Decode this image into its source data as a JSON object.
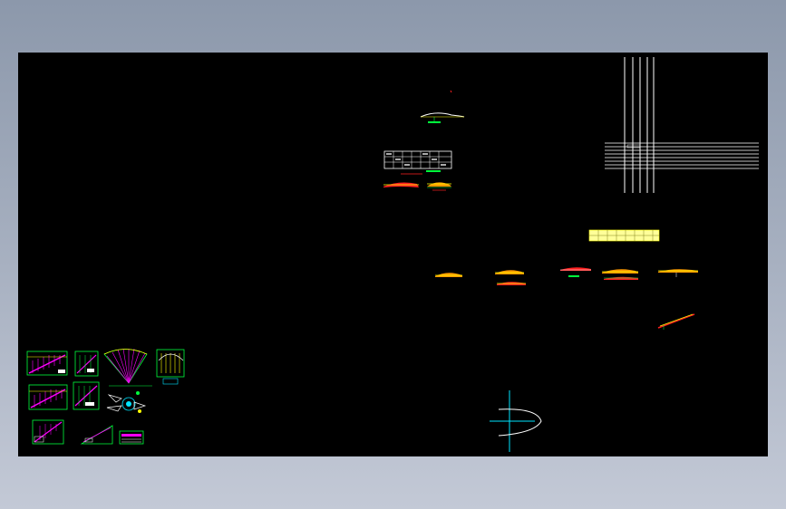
{
  "viewport": {
    "background": "#000000",
    "frame_gradient": [
      "#8c98ab",
      "#c3c9d6"
    ]
  },
  "colors": {
    "white": "#ffffff",
    "cyan": "#00e5ff",
    "green": "#00ff3c",
    "magenta": "#ff00ff",
    "yellow": "#ffff00",
    "red": "#ff2020",
    "orange": "#ff9a00"
  },
  "drawing_groups": [
    {
      "id": "top-profile",
      "icon": "profile-drawing-icon"
    },
    {
      "id": "table-block",
      "icon": "table-drawing-icon"
    },
    {
      "id": "grid-lines",
      "icon": "grid-lines-icon"
    },
    {
      "id": "yellow-table",
      "icon": "table-strip-icon"
    },
    {
      "id": "arch-profiles",
      "icon": "arch-profile-icon"
    },
    {
      "id": "section-sheets",
      "icon": "section-sheet-icon"
    },
    {
      "id": "ellipse-axes",
      "icon": "axis-cross-icon"
    }
  ]
}
